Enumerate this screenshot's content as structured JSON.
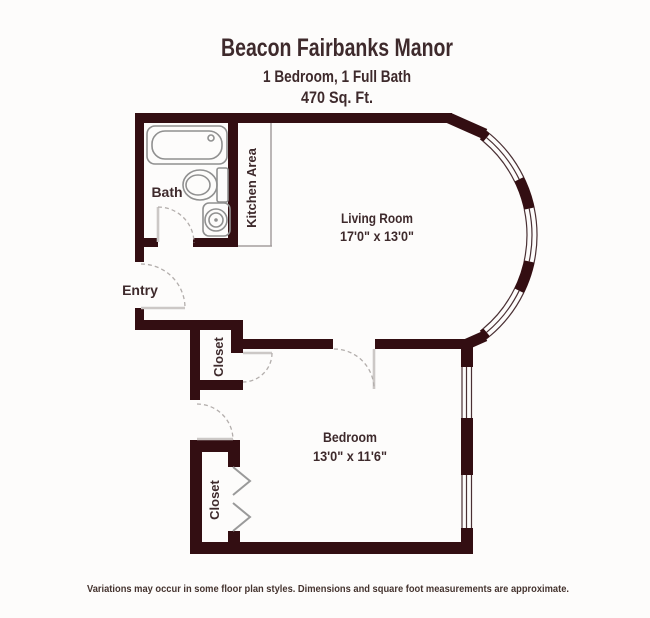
{
  "header": {
    "title": "Beacon Fairbanks Manor",
    "subtitle": "1 Bedroom, 1 Full Bath",
    "area": "470 Sq. Ft."
  },
  "rooms": {
    "living": {
      "name": "Living Room",
      "dims": "17'0\" x 13'0\""
    },
    "bedroom": {
      "name": "Bedroom",
      "dims": "13'0\" x 11'6\""
    },
    "bath": {
      "name": "Bath"
    },
    "kitchen": {
      "name": "Kitchen Area"
    },
    "entry": {
      "name": "Entry"
    },
    "closet_upper": {
      "name": "Closet"
    },
    "closet_lower": {
      "name": "Closet"
    }
  },
  "footer": {
    "disclaimer": "Variations may occur in some floor plan styles. Dimensions and square foot measurements are approximate."
  },
  "colors": {
    "wall": "#330e12",
    "text": "#3e2a2c",
    "fixture": "#909090"
  }
}
